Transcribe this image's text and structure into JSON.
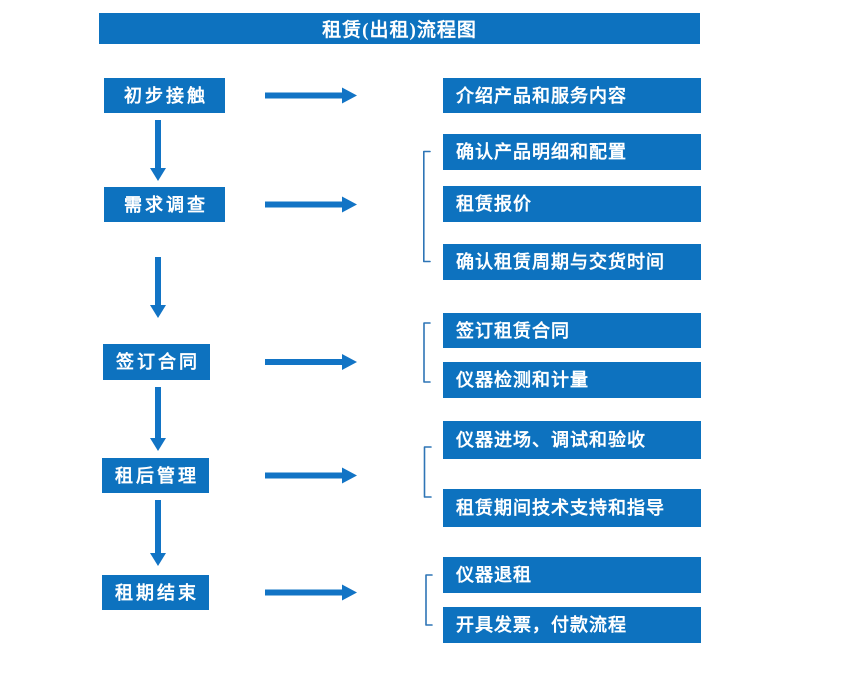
{
  "title": "租赁(出租)流程图",
  "colors": {
    "primary": "#0d72bf",
    "arrow": "#1274c5",
    "bracket": "#2e75b6",
    "box-text": "#ffffff",
    "background": "#ffffff"
  },
  "groups": [
    {
      "step": "初步接触",
      "details": [
        "介绍产品和服务内容"
      ]
    },
    {
      "step": "需求调查",
      "details": [
        "确认产品明细和配置",
        "租赁报价",
        "确认租赁周期与交货时间"
      ]
    },
    {
      "step": "签订合同",
      "details": [
        "签订租赁合同",
        "仪器检测和计量"
      ]
    },
    {
      "step": "租后管理",
      "details": [
        "仪器进场、调试和验收",
        "租赁期间技术支持和指导"
      ]
    },
    {
      "step": "租期结束",
      "details": [
        "仪器退租",
        "开具发票，付款流程"
      ]
    }
  ]
}
